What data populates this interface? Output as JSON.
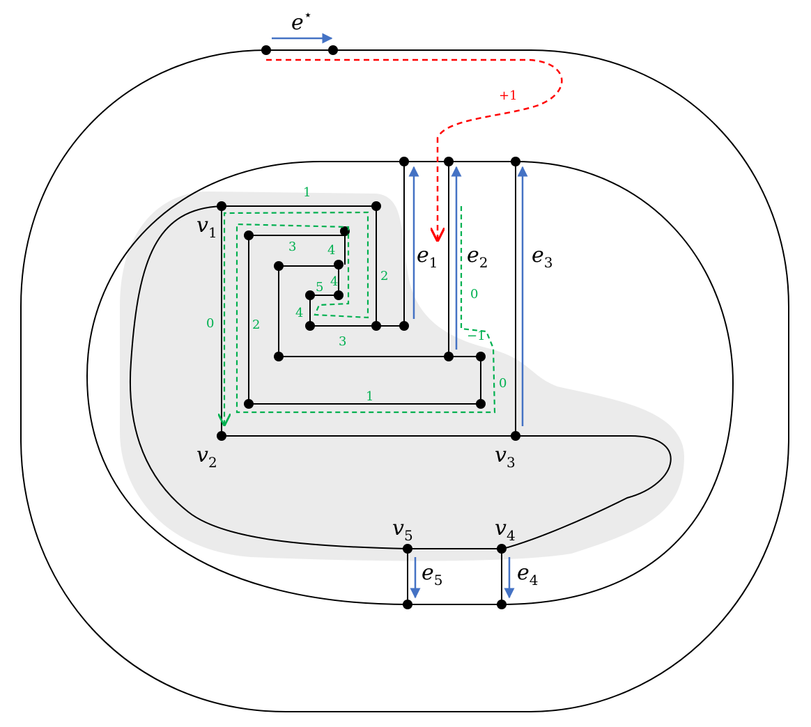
{
  "colors": {
    "edge": "#000000",
    "blue_arrow": "#4472C4",
    "green_path": "#00B050",
    "red_path": "#FF0000",
    "shaded_region": "#EBEBEB"
  },
  "labels": {
    "e_star_base": "e",
    "e_star_sup": "⋆",
    "e1_base": "e",
    "e1_sub": "1",
    "e2_base": "e",
    "e2_sub": "2",
    "e3_base": "e",
    "e3_sub": "3",
    "e4_base": "e",
    "e4_sub": "4",
    "e5_base": "e",
    "e5_sub": "5",
    "v1_base": "v",
    "v1_sub": "1",
    "v2_base": "v",
    "v2_sub": "2",
    "v3_base": "v",
    "v3_sub": "3",
    "v4_base": "v",
    "v4_sub": "4",
    "v5_base": "v",
    "v5_sub": "5",
    "red_plus_one": "+1",
    "green_1_top": "1",
    "green_0_left": "0",
    "green_3_a": "3",
    "green_4_a": "4",
    "green_2_right": "2",
    "green_4_b": "4",
    "green_5": "5",
    "green_4_c": "4",
    "green_2_left": "2",
    "green_3_b": "3",
    "green_1_bottom": "1",
    "green_0_e2": "0",
    "green_minus_one": "−1",
    "green_0_right": "0"
  }
}
